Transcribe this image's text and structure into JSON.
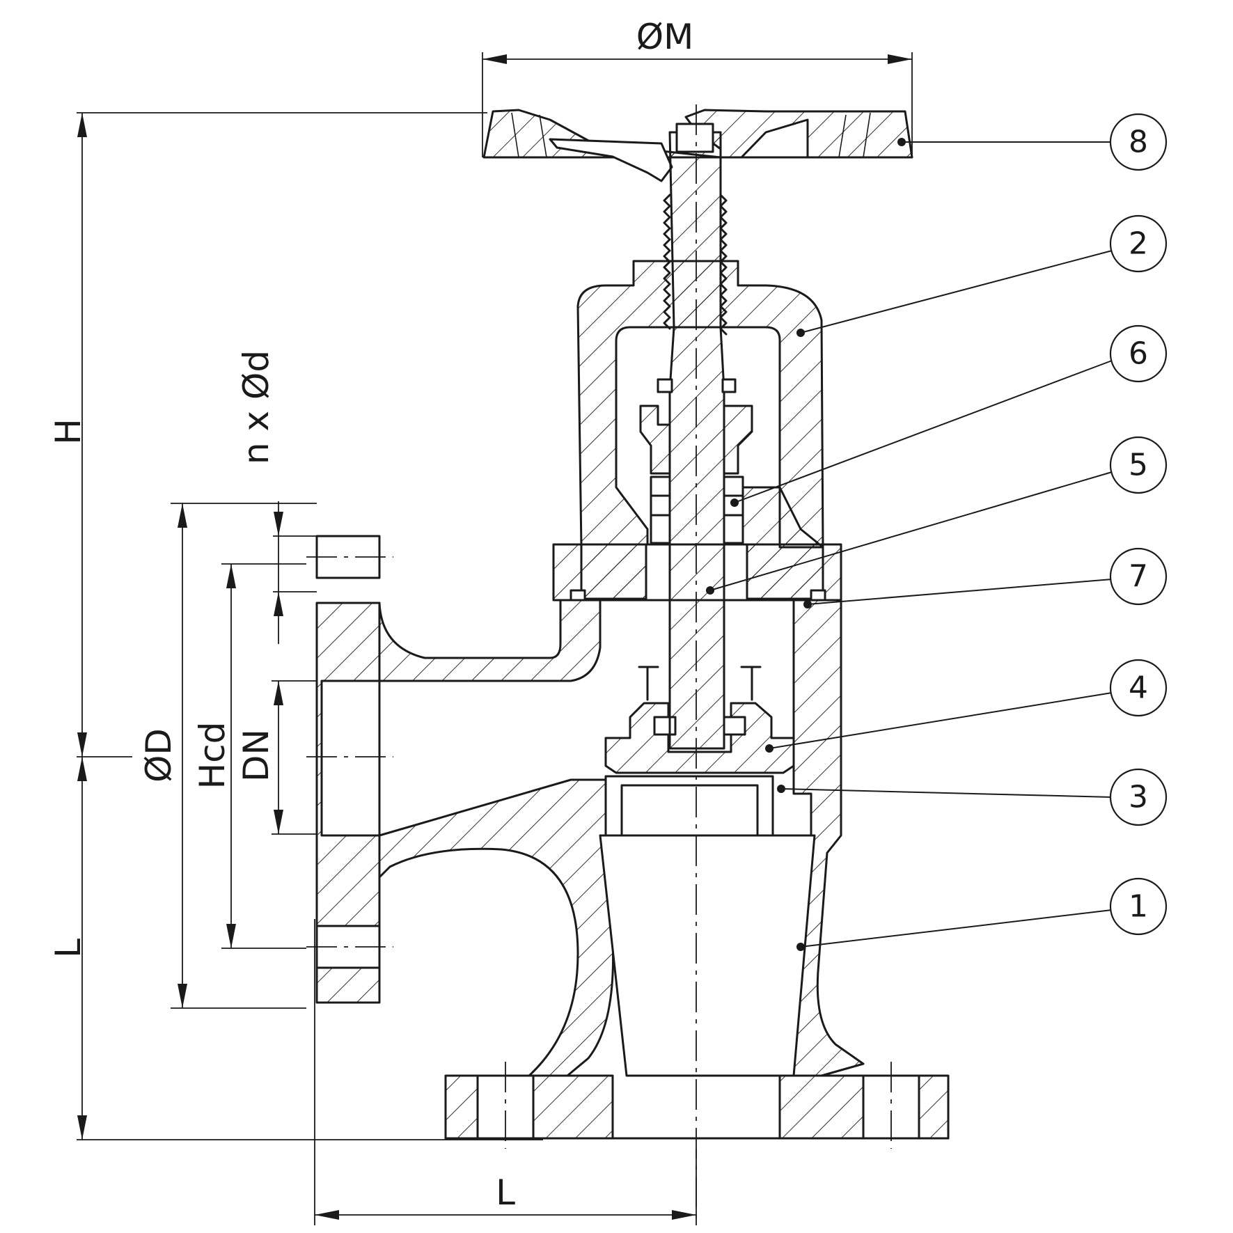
{
  "dimensions": {
    "handwheel_diameter": "ØM",
    "overall_height": "H",
    "bolt_holes": "n x Ød",
    "flange_diameter": "ØD",
    "bolt_circle": "Hcd",
    "nominal_diameter": "DN",
    "height_to_face": "L",
    "face_to_center": "L"
  },
  "balloons": [
    {
      "id": "8"
    },
    {
      "id": "2"
    },
    {
      "id": "6"
    },
    {
      "id": "5"
    },
    {
      "id": "7"
    },
    {
      "id": "4"
    },
    {
      "id": "3"
    },
    {
      "id": "1"
    }
  ]
}
